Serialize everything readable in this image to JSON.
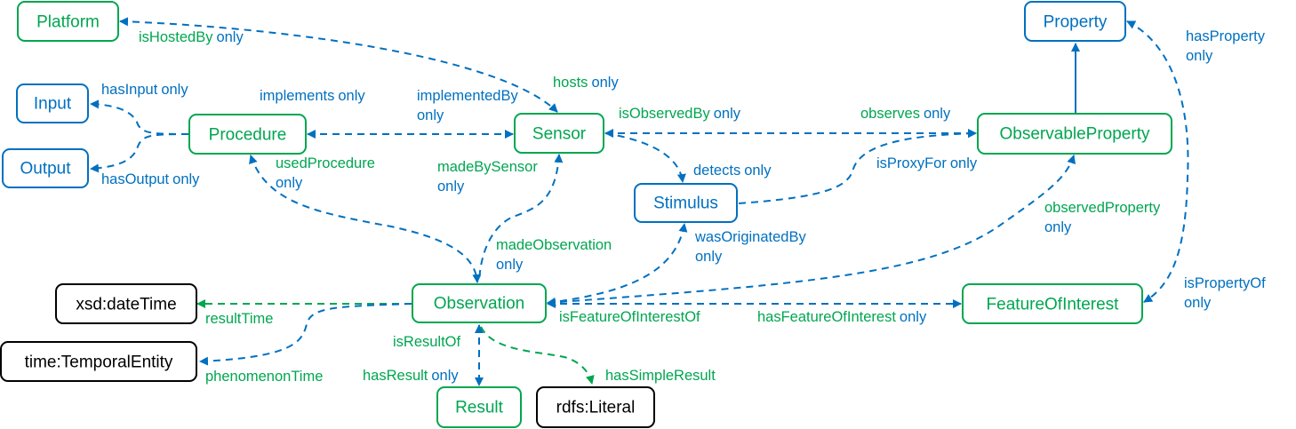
{
  "colors": {
    "green": "#00a650",
    "blue": "#0070c0",
    "black": "#000000"
  },
  "nodes": {
    "platform": {
      "label": "Platform",
      "color": "green"
    },
    "input": {
      "label": "Input",
      "color": "blue"
    },
    "output": {
      "label": "Output",
      "color": "blue"
    },
    "procedure": {
      "label": "Procedure",
      "color": "green"
    },
    "sensor": {
      "label": "Sensor",
      "color": "green"
    },
    "stimulus": {
      "label": "Stimulus",
      "color": "blue"
    },
    "property": {
      "label": "Property",
      "color": "blue"
    },
    "observable_property": {
      "label": "ObservableProperty",
      "color": "green"
    },
    "observation": {
      "label": "Observation",
      "color": "green"
    },
    "feature_of_interest": {
      "label": "FeatureOfInterest",
      "color": "green"
    },
    "xsd_datetime": {
      "label": "xsd:dateTime",
      "color": "black"
    },
    "temporal_entity": {
      "label": "time:TemporalEntity",
      "color": "black"
    },
    "result": {
      "label": "Result",
      "color": "green"
    },
    "rdfs_literal": {
      "label": "rdfs:Literal",
      "color": "black"
    }
  },
  "edge_labels": {
    "is_hosted_by": {
      "name": "isHostedBy",
      "qualifier": "only"
    },
    "hosts": {
      "name": "hosts",
      "qualifier": "only"
    },
    "has_input": {
      "name": "hasInput",
      "qualifier": "only"
    },
    "has_output": {
      "name": "hasOutput",
      "qualifier": "only"
    },
    "implements": {
      "name": "implements",
      "qualifier": "only"
    },
    "implemented_by": {
      "name": "implementedBy",
      "qualifier": "only"
    },
    "used_procedure": {
      "name": "usedProcedure",
      "qualifier": "only"
    },
    "made_by_sensor": {
      "name": "madeBySensor",
      "qualifier": "only"
    },
    "made_observation": {
      "name": "madeObservation",
      "qualifier": "only"
    },
    "is_observed_by": {
      "name": "isObservedBy",
      "qualifier": "only"
    },
    "observes": {
      "name": "observes",
      "qualifier": "only"
    },
    "detects": {
      "name": "detects",
      "qualifier": "only"
    },
    "is_proxy_for": {
      "name": "isProxyFor",
      "qualifier": "only"
    },
    "was_originated_by": {
      "name": "wasOriginatedBy",
      "qualifier": "only"
    },
    "has_property": {
      "name": "hasProperty",
      "qualifier": "only"
    },
    "is_property_of": {
      "name": "isPropertyOf",
      "qualifier": "only"
    },
    "observed_property": {
      "name": "observedProperty",
      "qualifier": "only"
    },
    "is_feature_of_interest_of": {
      "name": "isFeatureOfInterestOf"
    },
    "has_feature_of_interest": {
      "name": "hasFeatureOfInterest",
      "qualifier": "only"
    },
    "result_time": {
      "name": "resultTime"
    },
    "phenomenon_time": {
      "name": "phenomenonTime"
    },
    "is_result_of": {
      "name": "isResultOf"
    },
    "has_result": {
      "name": "hasResult",
      "qualifier": "only"
    },
    "has_simple_result": {
      "name": "hasSimpleResult"
    }
  }
}
